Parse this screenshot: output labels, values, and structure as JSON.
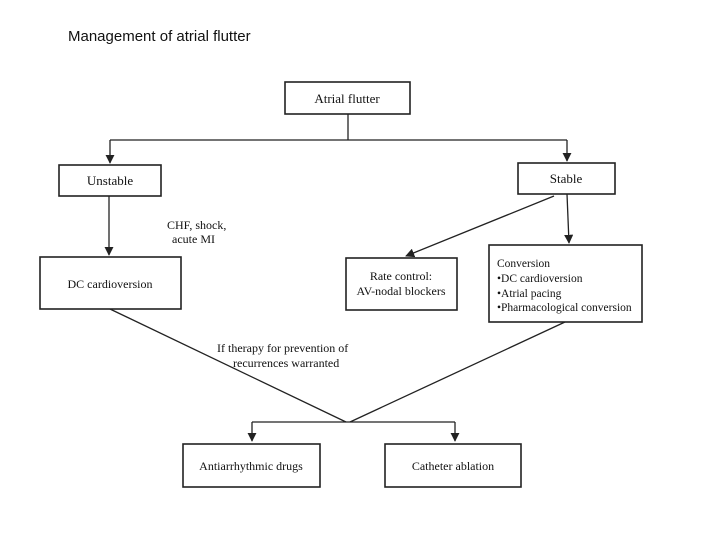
{
  "slide": {
    "title": "Management of atrial flutter"
  },
  "diagram": {
    "root": "Atrial flutter",
    "unstable": "Unstable",
    "stable": "Stable",
    "unstable_condition": [
      "CHF, shock,",
      "acute MI"
    ],
    "dc_cardioversion": "DC cardioversion",
    "rate_control": [
      "Rate control:",
      "AV-nodal blockers"
    ],
    "conversion": [
      "Conversion",
      "•DC cardioversion",
      "•Atrial pacing",
      "•Pharmacological conversion"
    ],
    "prevention_condition": [
      "If therapy for prevention of",
      "recurrences warranted"
    ],
    "antiarrhythmic": "Antiarrhythmic drugs",
    "ablation": "Catheter ablation"
  }
}
